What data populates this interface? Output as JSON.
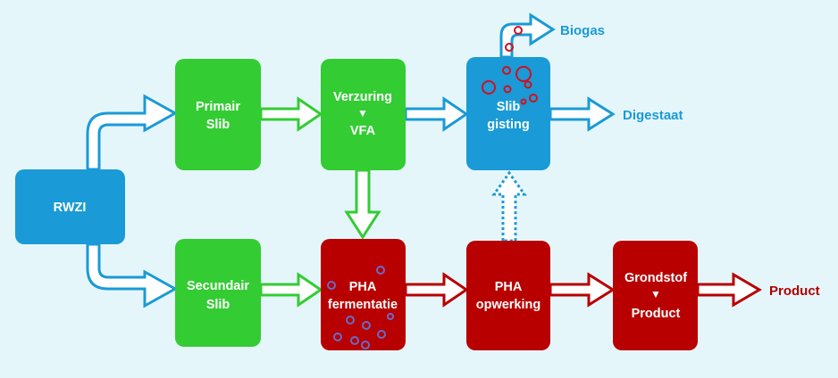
{
  "colors": {
    "background": "#e5f6fb",
    "blue": "#1a9ad6",
    "green": "#33cc33",
    "red": "#b80000",
    "bubble_red": "#d01020",
    "bubble_purple": "#5a5ab8"
  },
  "nodes": {
    "rwzi": {
      "lines": [
        "RWZI"
      ]
    },
    "primair_slib": {
      "lines": [
        "Primair",
        "Slib"
      ]
    },
    "secundair_slib": {
      "lines": [
        "Secundair",
        "Slib"
      ]
    },
    "verzuring": {
      "lines": [
        "Verzuring",
        "▼",
        "VFA"
      ]
    },
    "slib_gisting": {
      "lines": [
        "Slib",
        "gisting"
      ]
    },
    "pha_fermentatie": {
      "lines": [
        "PHA",
        "fermentatie"
      ]
    },
    "pha_opwerking": {
      "lines": [
        "PHA",
        "opwerking"
      ]
    },
    "grondstof": {
      "lines": [
        "Grondstof",
        "▼",
        "Product"
      ]
    }
  },
  "outputs": {
    "biogas": "Biogas",
    "digestaat": "Digestaat",
    "product": "Product"
  },
  "icons": {
    "arrow": "arrow-right-outline",
    "bubbles": "bubble-circles"
  }
}
